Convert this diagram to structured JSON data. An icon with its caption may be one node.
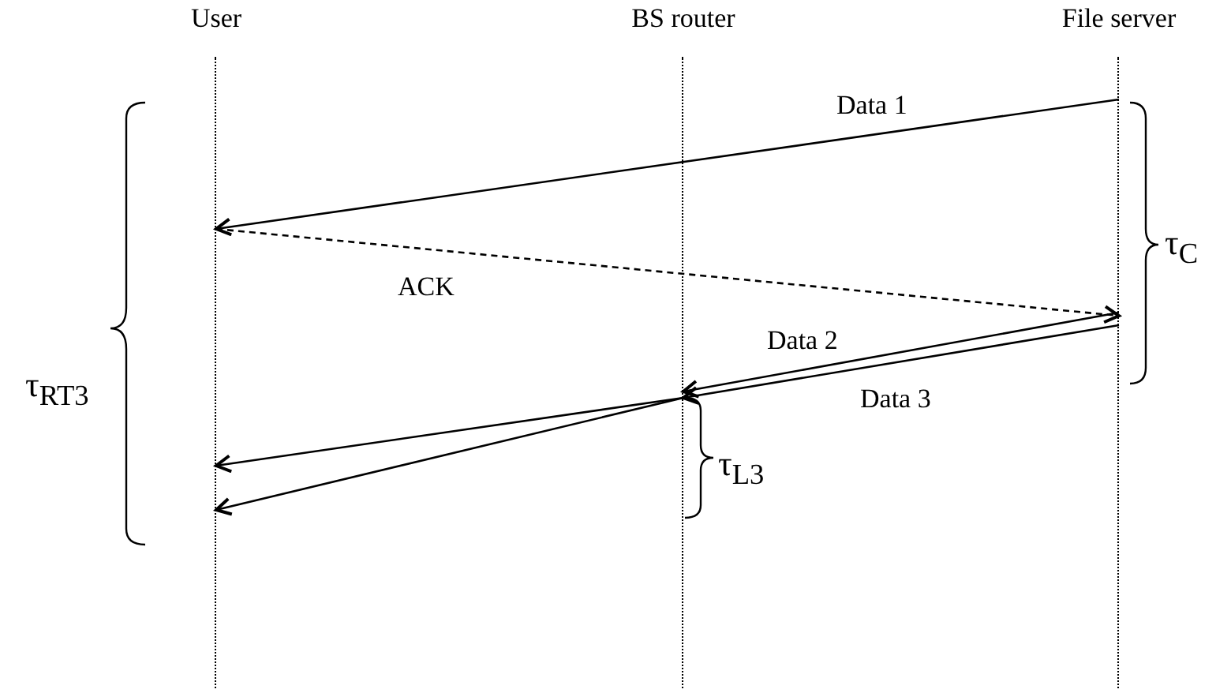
{
  "diagram": {
    "nodes": [
      {
        "text": [
          "User"
        ]
      },
      {
        "text": [
          "BS router"
        ]
      },
      {
        "text": [
          "File server"
        ]
      }
    ],
    "edges": [
      {
        "from": 2,
        "to": 0,
        "arrow": "to",
        "label": "Data 1"
      },
      {
        "from": 0,
        "to": 2,
        "arrow": "to",
        "label": "ACK",
        "style": "dashed"
      },
      {
        "from": 2,
        "to": 1,
        "arrow": "to",
        "label": "Data 2"
      },
      {
        "from": 2,
        "to": 1,
        "arrow": "to",
        "label": "Data 3"
      },
      {
        "from": 1,
        "to": 0,
        "arrow": "to"
      },
      {
        "from": 1,
        "to": 0,
        "arrow": "to"
      }
    ],
    "labels": [
      "τ$_{C}$",
      "τ$_{RT3}$",
      "τ$_{L3}$"
    ]
  }
}
